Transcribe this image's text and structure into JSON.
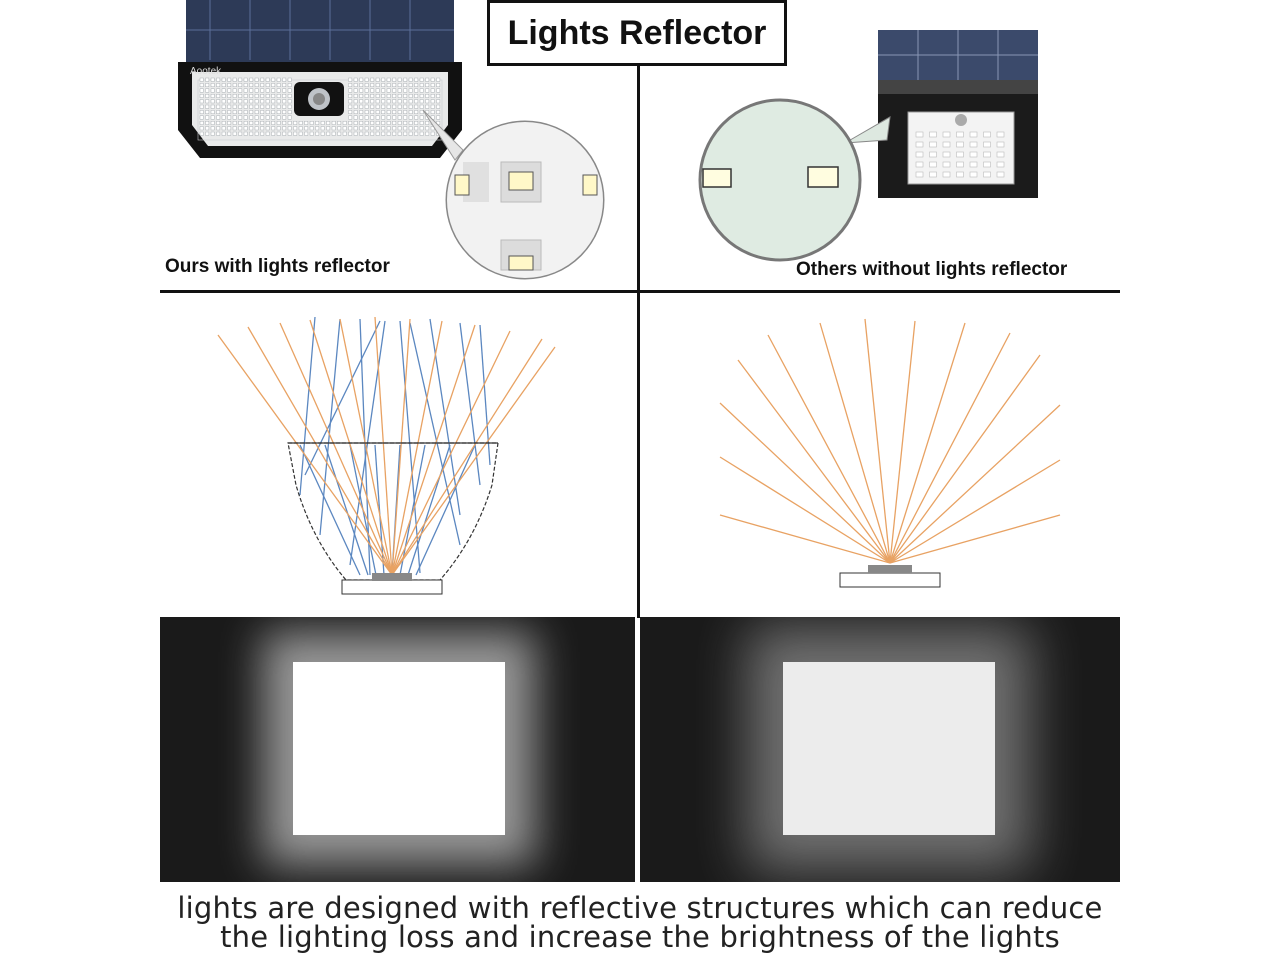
{
  "header": {
    "title": "Lights Reflector"
  },
  "brand": {
    "name": "Aootek"
  },
  "left": {
    "label": "Ours with lights reflector"
  },
  "right": {
    "label": "Others without lights reflector"
  },
  "caption": {
    "line1": "lights are designed with reflective structures  which can reduce",
    "line2": "the lighting loss and increase the brightness of the lights"
  },
  "colors": {
    "orange_ray": "#e8a263",
    "blue_ray": "#5b87c0",
    "panel_dark": "#1a1a1a",
    "line": "#111111"
  }
}
